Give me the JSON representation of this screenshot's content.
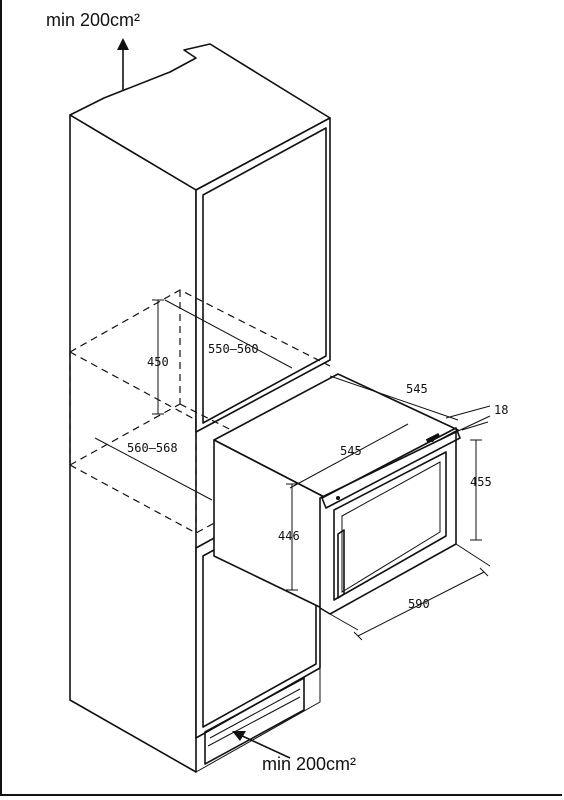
{
  "ventilation": {
    "top_label": "min 200cm²",
    "bottom_label": "min 200cm²"
  },
  "dimensions": {
    "niche_height": "450",
    "niche_depth": "550–560",
    "niche_width": "560–568",
    "appliance_depth_top": "545",
    "appliance_depth_side": "545",
    "door_offset": "18",
    "front_height": "455",
    "body_height": "446",
    "front_width": "590"
  }
}
